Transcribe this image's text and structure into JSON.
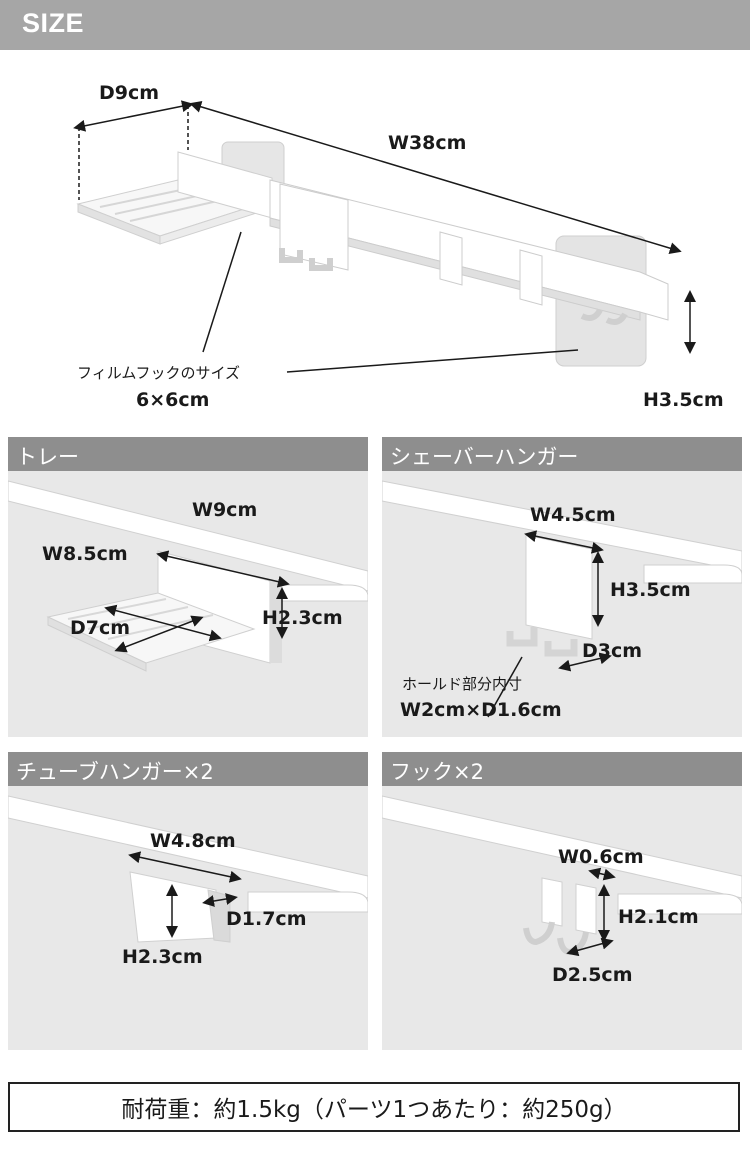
{
  "header": {
    "title": "SIZE"
  },
  "overview": {
    "depth": "D9cm",
    "width": "W38cm",
    "height": "H3.5cm",
    "film_hook_label": "フィルムフックのサイズ",
    "film_hook_size": "6×6cm"
  },
  "panels": {
    "tray": {
      "title": "トレー",
      "width": "W9cm",
      "width2": "W8.5cm",
      "depth": "D7cm",
      "height": "H2.3cm"
    },
    "shaver": {
      "title": "シェーバーハンガー",
      "width": "W4.5cm",
      "height": "H3.5cm",
      "depth": "D3cm",
      "hold_label": "ホールド部分内寸",
      "hold_size": "W2cm×D1.6cm"
    },
    "tube": {
      "title": "チューブハンガー×2",
      "width": "W4.8cm",
      "depth": "D1.7cm",
      "height": "H2.3cm"
    },
    "hook": {
      "title": "フック×2",
      "width": "W0.6cm",
      "height": "H2.1cm",
      "depth": "D2.5cm"
    }
  },
  "footer": {
    "load_text": "耐荷重：約1.5kg（パーツ1つあたり：約250g）"
  },
  "colors": {
    "header_bg": "#a6a6a6",
    "panel_header_bg": "#8e8e8e",
    "panel_bg": "#e8e8e8",
    "product": "#ffffff"
  }
}
